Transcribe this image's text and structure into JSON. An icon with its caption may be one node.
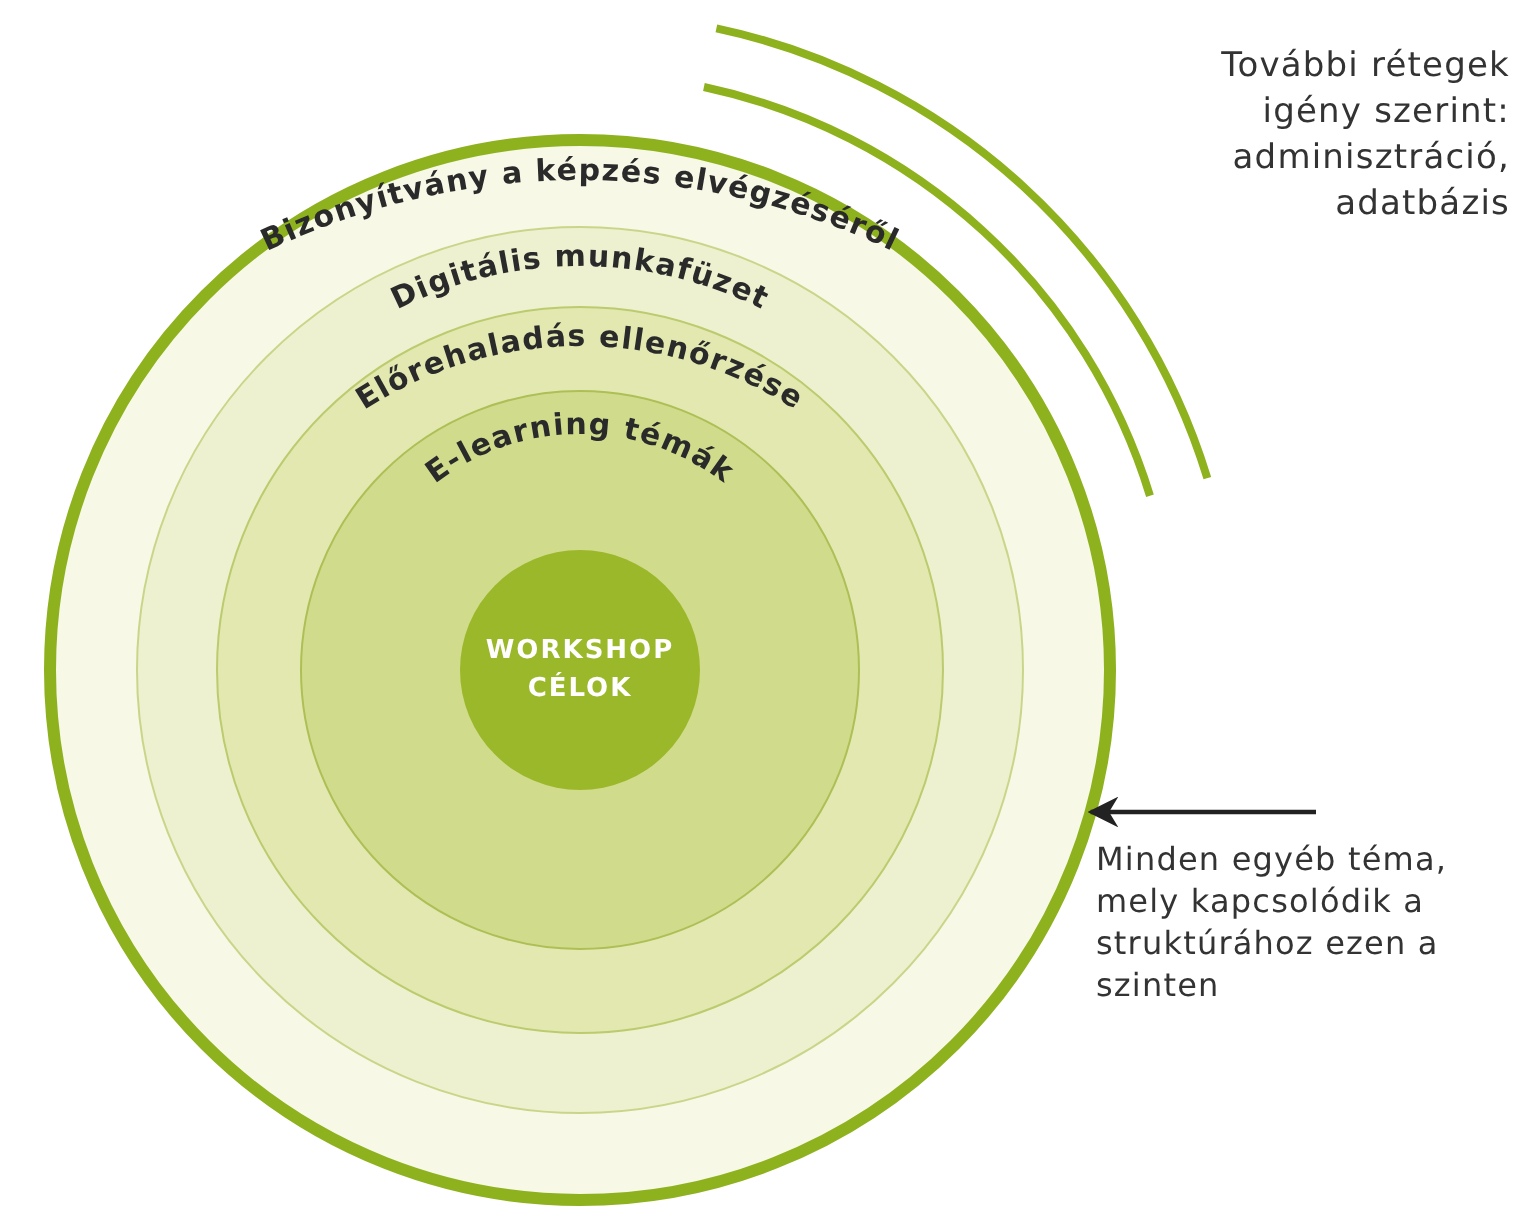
{
  "diagram": {
    "nodes": [
      {
        "text": [
          "Bizonyítvány a képzés elvégzéséről"
        ]
      },
      {
        "text": [
          "Digitális munkafüzet"
        ],
        "in": 0
      },
      {
        "text": [
          "Előrehaladás ellenőrzése"
        ],
        "in": 1
      },
      {
        "text": [
          "E-learning témák"
        ],
        "in": 2
      },
      {
        "text": [
          "WORKSHOP CÉLOK"
        ],
        "in": 3
      },
      {
        "text": [
          "Minden egyéb téma, mely kapcsolódik a struktúrához ezen a szinten"
        ]
      }
    ],
    "edges": [
      {
        "from": 5,
        "to": 0,
        "arrow": "to"
      }
    ],
    "labels": [
      "További rétegek igény szerint: adminisztráció, adatbázis"
    ]
  }
}
